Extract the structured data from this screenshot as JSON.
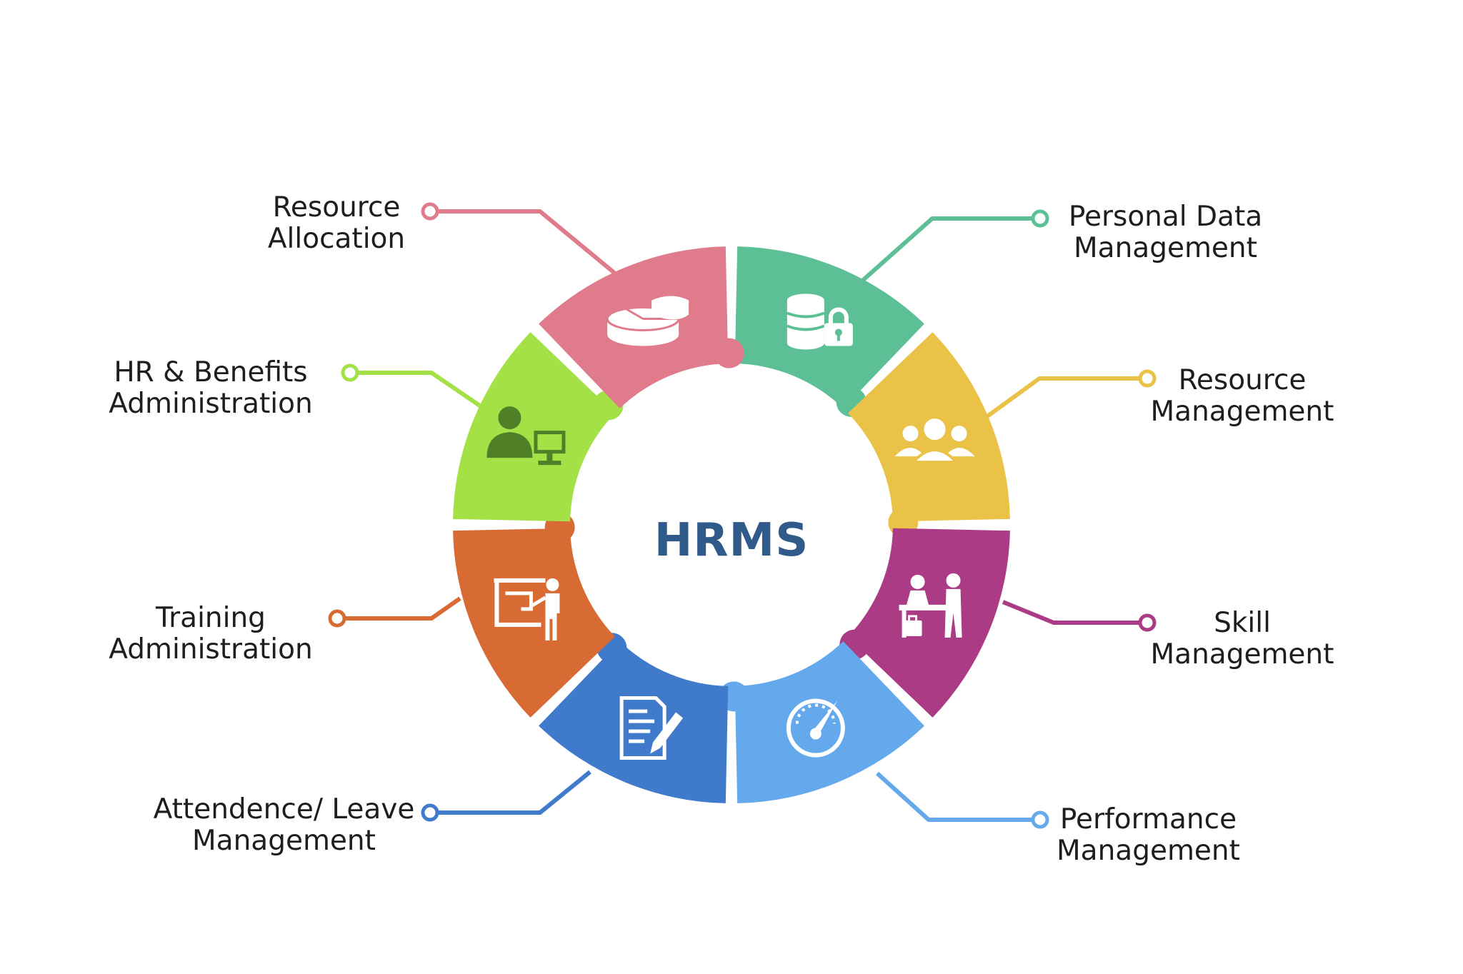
{
  "center": {
    "title": "HRMS"
  },
  "segments": [
    {
      "id": "personal-data-management",
      "lines": [
        "Personal Data",
        "Management"
      ],
      "color": "#5cbf96",
      "icon": "database-lock-icon"
    },
    {
      "id": "resource-management",
      "lines": [
        "Resource",
        "Management"
      ],
      "color": "#eac247",
      "icon": "team-people-icon"
    },
    {
      "id": "skill-management",
      "lines": [
        "Skill",
        "Management"
      ],
      "color": "#ac3b86",
      "icon": "people-desk-icon"
    },
    {
      "id": "performance-management",
      "lines": [
        "Performance",
        "Management"
      ],
      "color": "#63a9ec",
      "icon": "speedometer-icon"
    },
    {
      "id": "attendence-leave-management",
      "lines": [
        "Attendence/ Leave",
        "Management"
      ],
      "color": "#3f7acb",
      "icon": "document-pen-icon"
    },
    {
      "id": "training-administration",
      "lines": [
        "Training",
        "Administration"
      ],
      "color": "#d86a33",
      "icon": "presentation-board-icon"
    },
    {
      "id": "hr-benefits-administration",
      "lines": [
        "HR & Benefits",
        "Administration"
      ],
      "color": "#a3e147",
      "icon": "person-computer-icon"
    },
    {
      "id": "resource-allocation",
      "lines": [
        "Resource",
        "Allocation"
      ],
      "color": "#df7b8b",
      "icon": "pie-chart-icon"
    }
  ]
}
